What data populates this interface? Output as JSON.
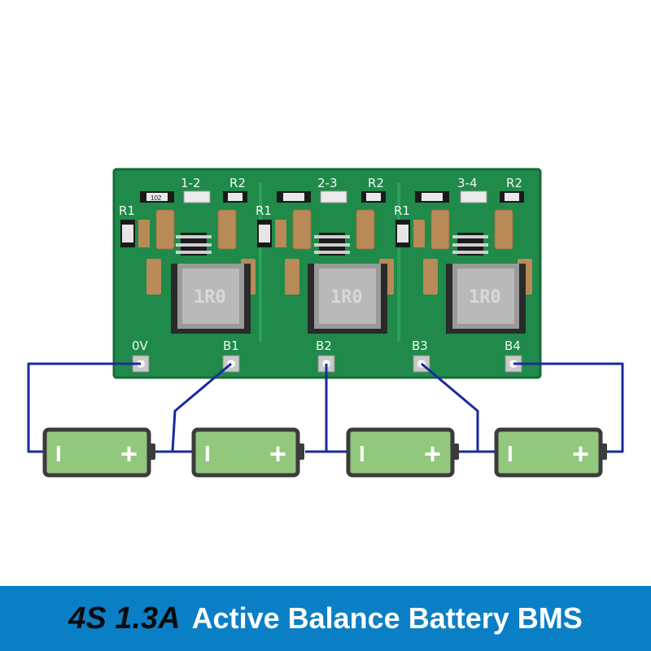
{
  "board": {
    "balance_labels": [
      "1-2",
      "2-3",
      "3-4"
    ],
    "resistor_label_r1": "R1",
    "resistor_label_r2": "R2",
    "inductor_marking": "1R0",
    "smd_marking": "102",
    "pad_labels": [
      "0V",
      "B1",
      "B2",
      "B3",
      "B4"
    ]
  },
  "batteries": {
    "count": 4,
    "negative_symbol": "I",
    "positive_symbol": "+"
  },
  "colors": {
    "pcb": "#1f8a4a",
    "battery_fill": "#92c77e",
    "wire": "#1a2b9a",
    "banner": "#0b7fc6"
  },
  "banner": {
    "model": "4S 1.3A",
    "description": "Active Balance Battery BMS"
  }
}
